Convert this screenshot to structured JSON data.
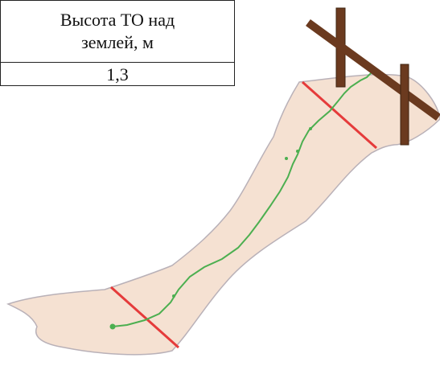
{
  "table": {
    "header_line_1": "Высота ТО над",
    "header_line_2": "землей, м",
    "value": "1,3"
  },
  "colors": {
    "terrain_fill": "#f5e1d2",
    "terrain_outline": "#b9b1b8",
    "track": "#4caf50",
    "boundary_line": "#e53b3b",
    "post": "#6b3a1f"
  }
}
